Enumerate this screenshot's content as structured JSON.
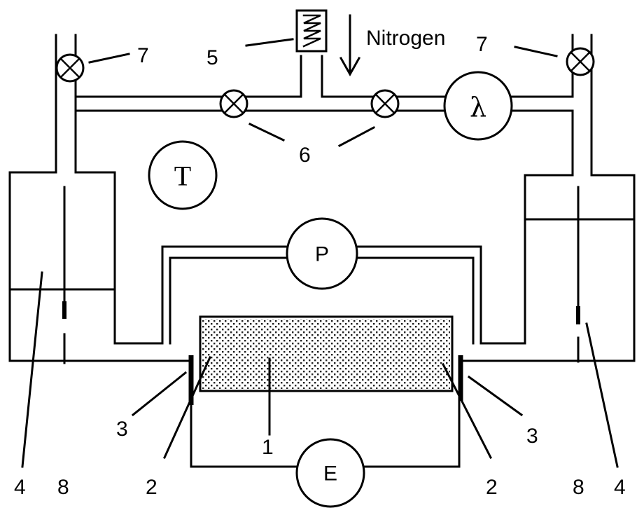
{
  "gas_label": "Nitrogen",
  "gauges": {
    "temperature": "T",
    "wavelength": "λ",
    "pressure": "P",
    "voltage": "E"
  },
  "callouts": {
    "sample": "1",
    "electrode_left": "2",
    "electrode_right": "2",
    "clamp_left": "3",
    "clamp_right": "3",
    "reservoir_left": "4",
    "reservoir_right": "4",
    "valve_inlet": "5",
    "valves_line": "6",
    "vent_left": "7",
    "vent_right": "7",
    "probe_left": "8",
    "probe_right": "8"
  }
}
